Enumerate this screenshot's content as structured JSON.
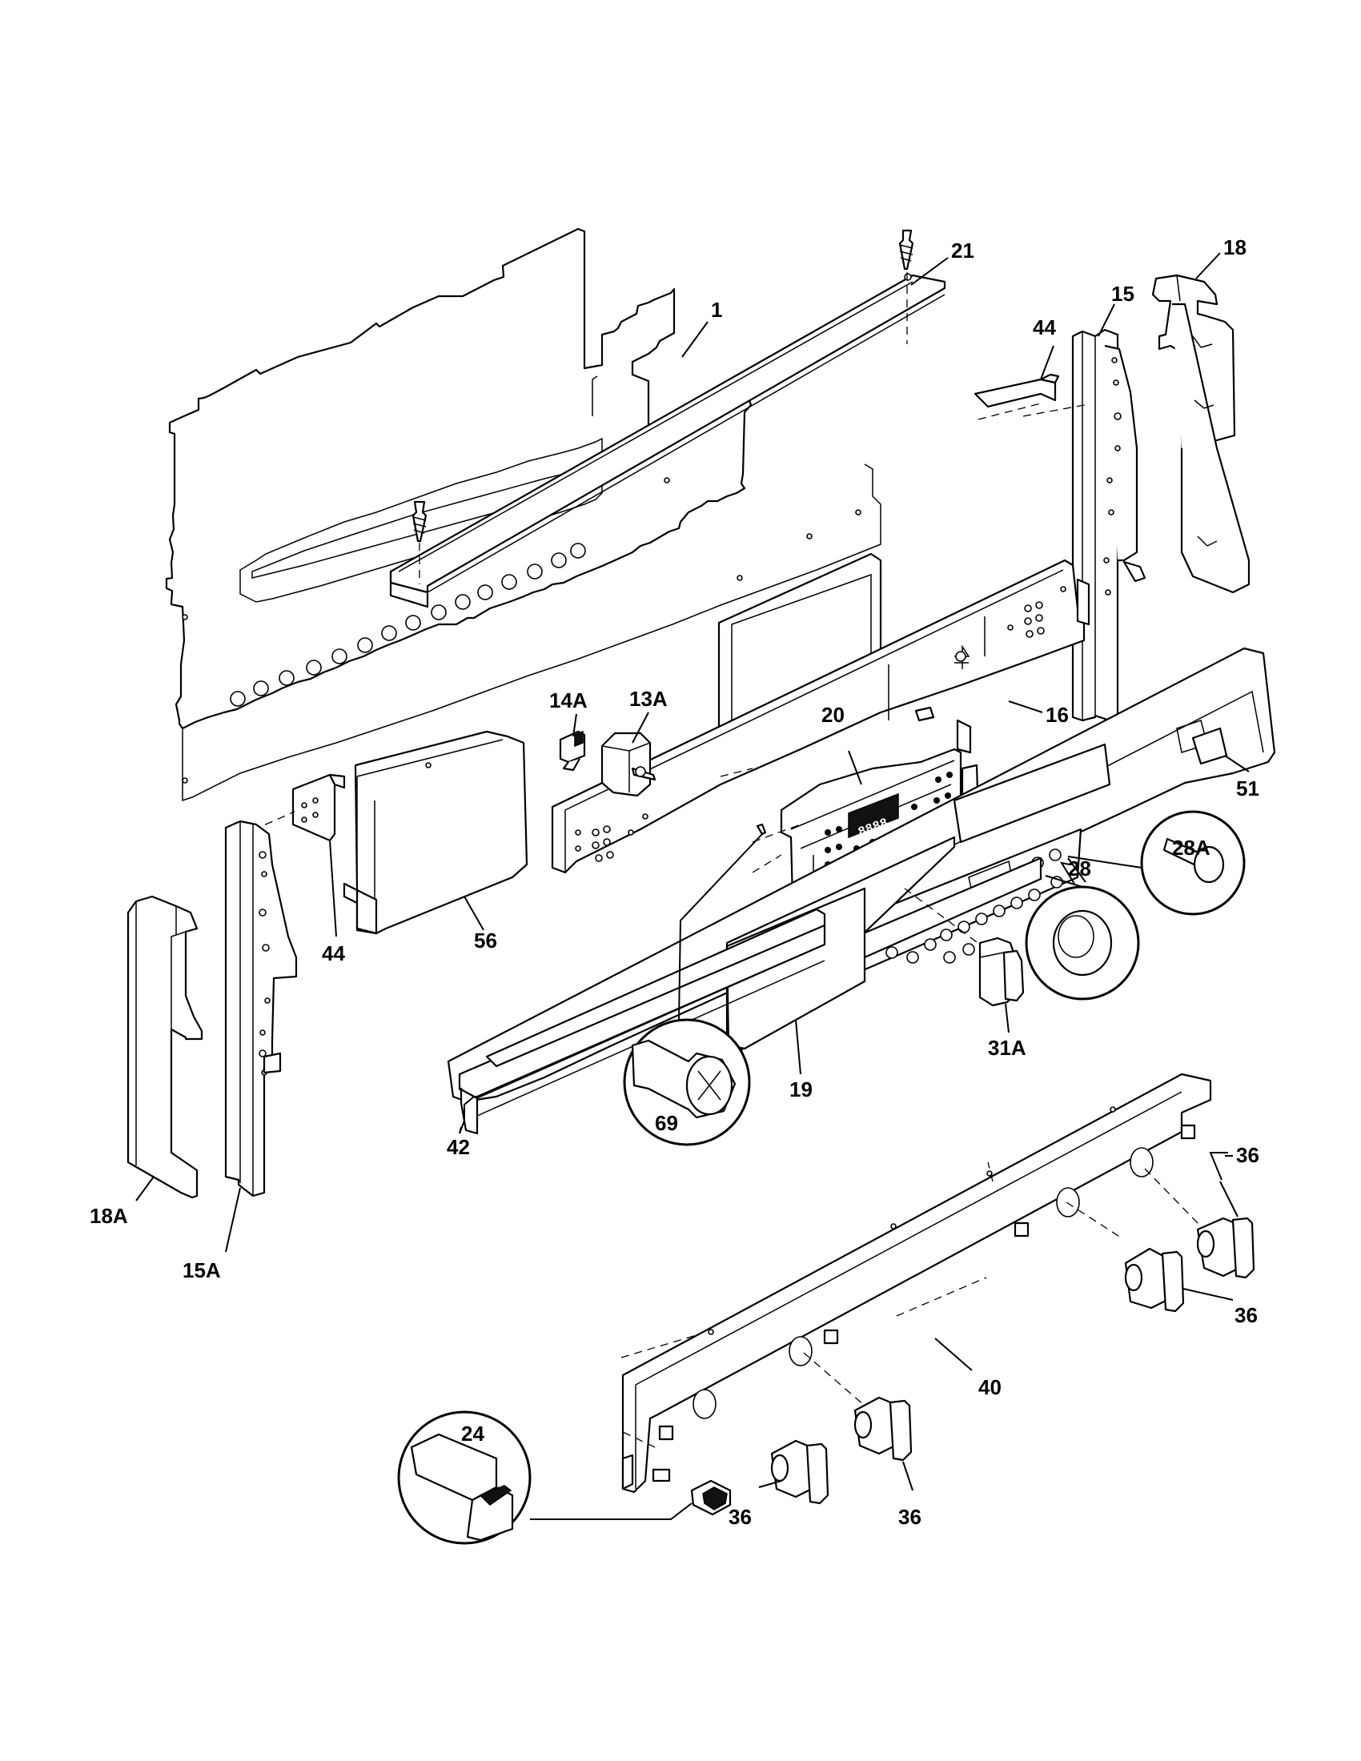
{
  "labels": {
    "p1": "1",
    "p21": "21",
    "p18": "18",
    "p15": "15",
    "p44_top": "44",
    "p14A": "14A",
    "p13A": "13A",
    "p20": "20",
    "p16": "16",
    "p51": "51",
    "p28A": "28A",
    "p28": "28",
    "p44_left": "44",
    "p56": "56",
    "p31A": "31A",
    "p19": "19",
    "p42": "42",
    "p69": "69",
    "p18A": "18A",
    "p15A": "15A",
    "p36_a": "36",
    "p36_b": "36",
    "p36_c": "36",
    "p36_d": "36",
    "p40": "40",
    "p24": "24"
  },
  "display": {
    "readout": "8888"
  }
}
